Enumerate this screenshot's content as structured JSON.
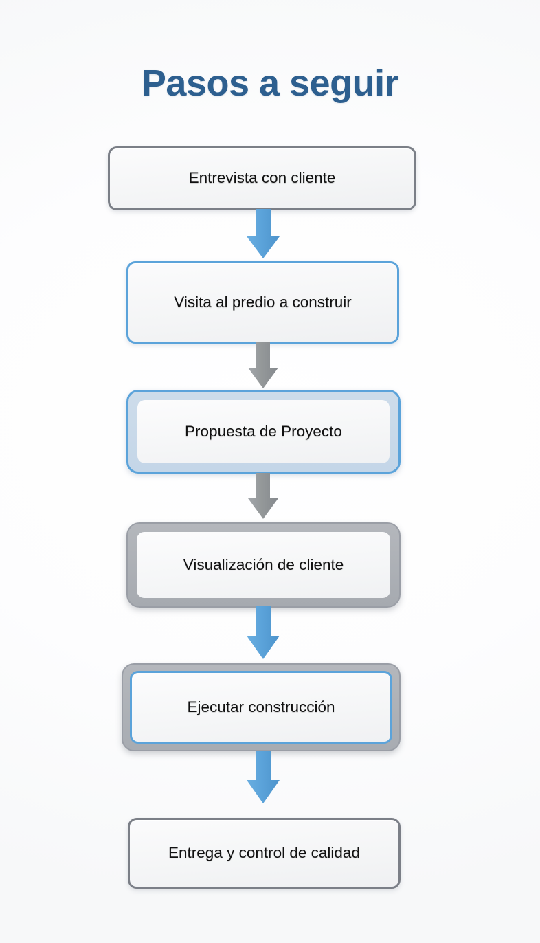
{
  "document": {
    "title": "Pasos a seguir",
    "type": "flowchart",
    "language": "es",
    "background_color": "#ffffff"
  },
  "theme": {
    "title_color": "#2d5f8f",
    "blue_accent": "#5ba3da",
    "gray_accent": "#7b7f87",
    "gray_band": "#aeb2b8",
    "blue_band": "#c8d9e9",
    "node_fill": "#f5f6f7",
    "text_color": "#111111"
  },
  "flowchart": {
    "title": "Pasos a seguir",
    "orientation": "vertical-top-to-bottom",
    "node_count": 6,
    "nodes": [
      {
        "id": "step-1",
        "order": 1,
        "label": "Entrevista con cliente",
        "style": "gray-outline",
        "border_color": "#7b7f87"
      },
      {
        "id": "step-2",
        "order": 2,
        "label": "Visita al predio a construir",
        "style": "blue-outline",
        "border_color": "#5ba3da"
      },
      {
        "id": "step-3",
        "order": 3,
        "label": "Propuesta de Proyecto",
        "style": "blue-double-border",
        "border_color": "#5ba3da"
      },
      {
        "id": "step-4",
        "order": 4,
        "label": "Visualización de cliente",
        "style": "gray-double-border",
        "border_color": "#9a9ea6"
      },
      {
        "id": "step-5",
        "order": 5,
        "label": "Ejecutar construcción",
        "style": "gray-ring-blue-inner",
        "border_color": "#9a9ea6"
      },
      {
        "id": "step-6",
        "order": 6,
        "label": "Entrega y control de calidad",
        "style": "gray-outline",
        "border_color": "#7b7f87"
      }
    ],
    "connectors": [
      {
        "id": "arrow-1",
        "from": "step-1",
        "to": "step-2",
        "color": "#5ba3da",
        "kind": "blue-down-arrow"
      },
      {
        "id": "arrow-2",
        "from": "step-2",
        "to": "step-3",
        "color": "#909499",
        "kind": "gray-down-arrow"
      },
      {
        "id": "arrow-3",
        "from": "step-3",
        "to": "step-4",
        "color": "#909499",
        "kind": "gray-down-arrow"
      },
      {
        "id": "arrow-4",
        "from": "step-4",
        "to": "step-5",
        "color": "#5ba3da",
        "kind": "blue-down-arrow"
      },
      {
        "id": "arrow-5",
        "from": "step-5",
        "to": "step-6",
        "color": "#5ba3da",
        "kind": "blue-down-arrow"
      }
    ]
  }
}
